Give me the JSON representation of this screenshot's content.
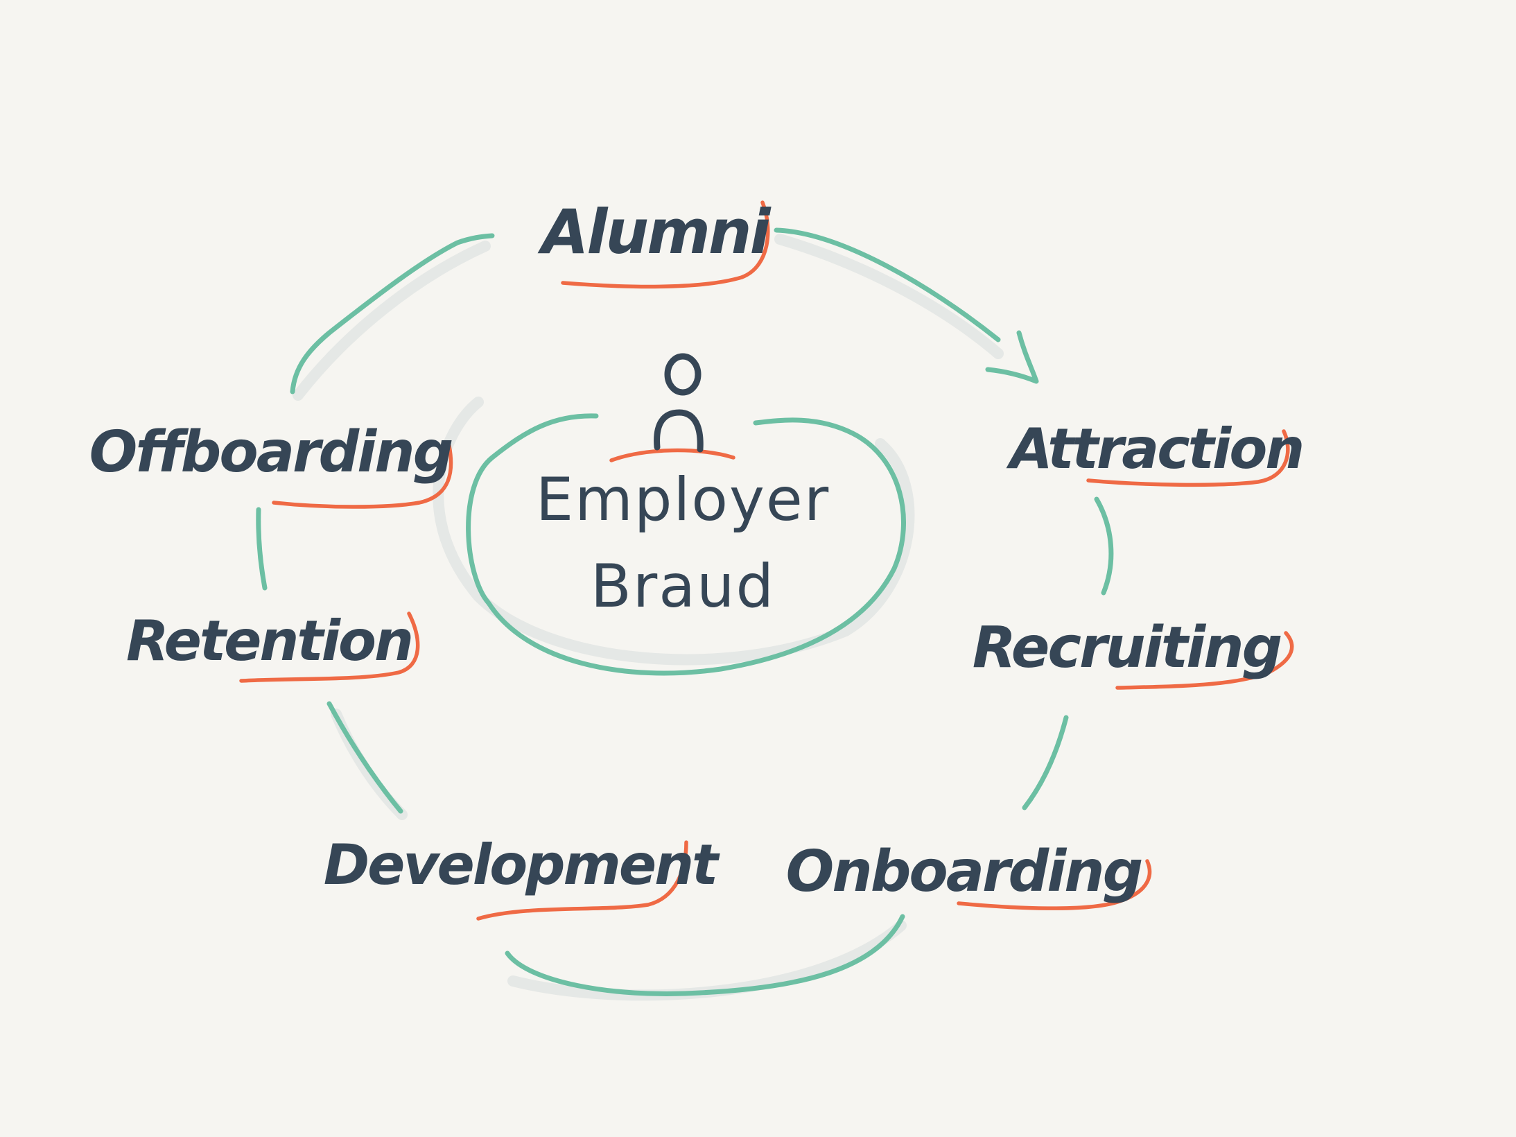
{
  "colors": {
    "background": "#f6f5f1",
    "ink": "#364656",
    "cycle_arrow": "#6cbfa3",
    "underline": "#ef6a45",
    "shadow": "#dfe3e1"
  },
  "center": {
    "line1": "Employer",
    "line2": "Braud",
    "icon": "person-icon"
  },
  "nodes": [
    {
      "id": "alumni",
      "label": "Alumni"
    },
    {
      "id": "attraction",
      "label": "Attraction"
    },
    {
      "id": "recruiting",
      "label": "Recruiting"
    },
    {
      "id": "onboarding",
      "label": "Onboarding"
    },
    {
      "id": "development",
      "label": "Development"
    },
    {
      "id": "retention",
      "label": "Retention"
    },
    {
      "id": "offboarding",
      "label": "Offboarding"
    }
  ]
}
